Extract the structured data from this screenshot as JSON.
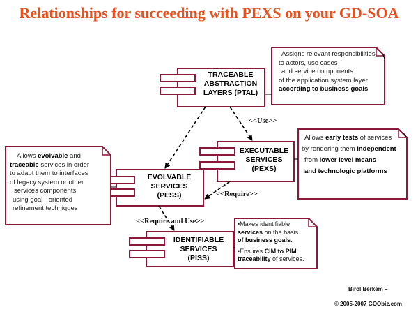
{
  "title": "Relationships for succeeding with PEXS on your GD-SOA",
  "components": {
    "ptal": {
      "line1": "TRACEABLE",
      "line2": "ABSTRACTION",
      "line3": "LAYERS (PTAL)"
    },
    "pexs": {
      "line1": "EXECUTABLE",
      "line2": "SERVICES",
      "line3": "(PEXS)"
    },
    "pess": {
      "line1": "EVOLVABLE",
      "line2": "SERVICES",
      "line3": "(PESS)"
    },
    "piss": {
      "line1": "IDENTIFIABLE",
      "line2": "SERVICES",
      "line3": "(PISS)"
    }
  },
  "relations": {
    "use": "<<Use>>",
    "require": "<<Require>>",
    "require_and_use": "<<Require and Use>>"
  },
  "notes": {
    "ptal": {
      "l1": "Assigns relevant responsibilities",
      "l2": "to actors, use cases",
      "l3": "and service components",
      "l4": "of the application system layer",
      "l5": "according to business goals"
    },
    "pexs": {
      "l1a": "Allows ",
      "l1b": "early tests",
      "l1c": " of services",
      "l2a": "by rendering them ",
      "l2b": "independent",
      "l3a": "from ",
      "l3b": "lower level means",
      "l4": "and technologic platforms"
    },
    "pess": {
      "l1a": "Allows ",
      "l1b": "evolvable",
      "l1c": " and",
      "l2a": "traceable",
      "l2b": " services in order",
      "l3": "to adapt them to interfaces",
      "l4": "of legacy system or other",
      "l5": "services components",
      "l6": "using  goal - oriented",
      "l7": "refinement  techniques"
    },
    "piss": {
      "b1a": "•Makes identifiable",
      "b1b": "services",
      "b1c": " on the basis",
      "b1d": "of business goals.",
      "b2a": "•Ensures ",
      "b2b": "CIM to PIM",
      "b2c": "traceability",
      "b2d": " of services."
    }
  },
  "credit": {
    "author": "Birol Berkem –",
    "copyright": "© 2005-2007 GOObiz.com"
  },
  "colors": {
    "title": "#e8501e",
    "border": "#8b1a3a"
  }
}
